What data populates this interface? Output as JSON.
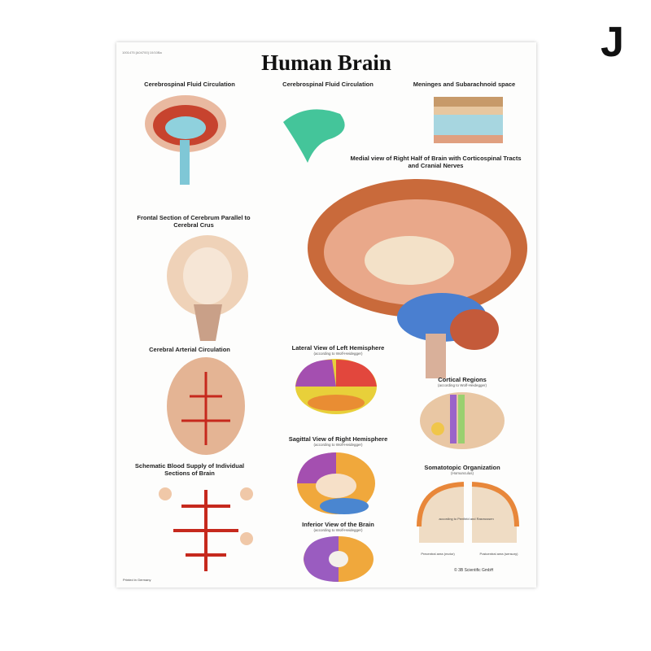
{
  "corner_letter": "J",
  "poster": {
    "code": "1001475 [A04700] 10/10Ba",
    "title": "Human Brain",
    "sections": {
      "csf1": "Cerebrospinal Fluid Circulation",
      "csf2": "Cerebrospinal Fluid Circulation",
      "meninges": "Meninges and Subarachnoid space",
      "medial": "Medial view of Right Half of Brain with Corticospinal Tracts and Cranial Nerves",
      "frontal": "Frontal Section of Cerebrum Parallel to Cerebral Crus",
      "arterial": "Cerebral Arterial Circulation",
      "lateral": "Lateral View of Left Hemisphere",
      "lateral_sub": "(according to Wolf-Heidegger)",
      "cortical": "Cortical Regions",
      "cortical_sub": "(according to Wolf-Heidegger)",
      "sagittal": "Sagittal View of Right Hemisphere",
      "sagittal_sub": "(according to Wolf-Heidegger)",
      "blood": "Schematic Blood Supply of Individual Sections of Brain",
      "somato": "Somatotopic Organization",
      "somato_sub": "(Homunculus)",
      "inferior": "Inferior View of the Brain",
      "inferior_sub": "(according to Wolf-Heidegger)"
    },
    "somato_labels": {
      "pre": "Precentral area (motor)",
      "post": "Postcentral area (sensory)",
      "note": "according to Penfield and Rasmussen"
    },
    "copyright": "© 3B Scientific GmbH",
    "printed": "Printed in Germany"
  }
}
